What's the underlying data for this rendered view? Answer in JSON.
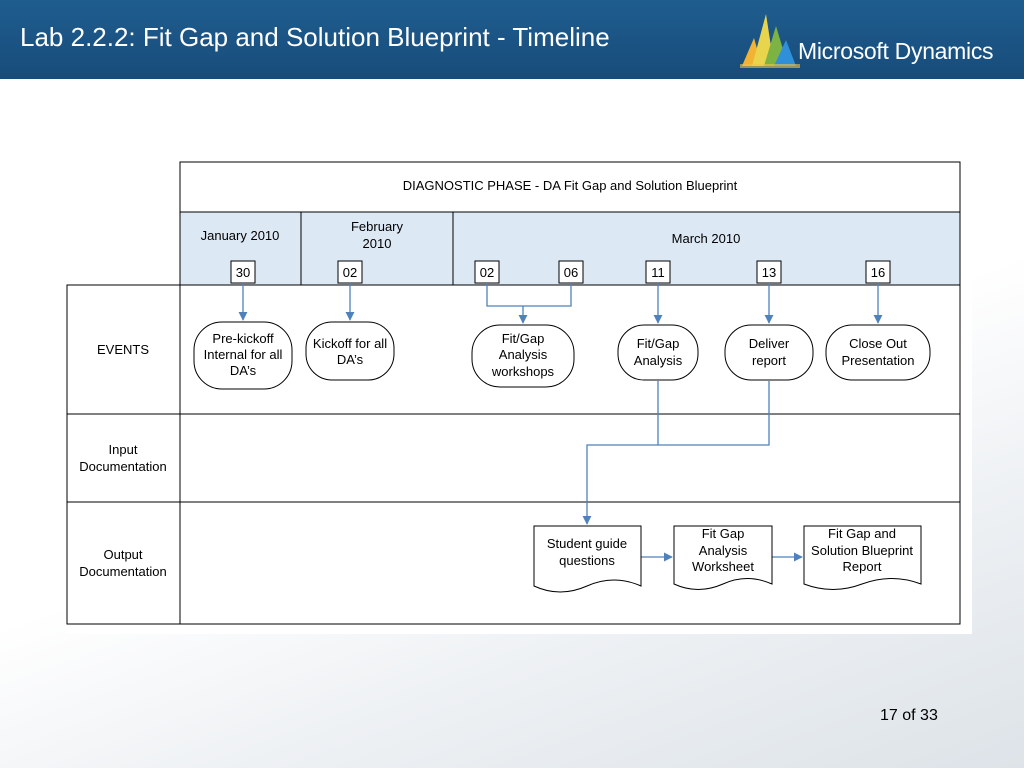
{
  "slide": {
    "title": "Lab 2.2.2: Fit Gap and Solution Blueprint - Timeline",
    "brand": "Microsoft Dynamics",
    "page": {
      "current": "17",
      "of_label": "of",
      "total": "33"
    }
  },
  "diagram": {
    "phase_title": "DIAGNOSTIC PHASE - DA Fit Gap and Solution Blueprint",
    "months": {
      "january": "January 2010",
      "february": [
        "February",
        "2010"
      ],
      "march": "March 2010"
    },
    "dates": [
      "30",
      "02",
      "02",
      "06",
      "11",
      "13",
      "16"
    ],
    "lanes": {
      "events": "EVENTS",
      "input": [
        "Input",
        "Documentation"
      ],
      "output": [
        "Output",
        "Documentation"
      ]
    },
    "events": [
      [
        "Pre-kickoff",
        "Internal for all",
        "DA’s"
      ],
      [
        "Kickoff for all",
        "DA’s"
      ],
      [
        "Fit/Gap",
        "Analysis",
        "workshops"
      ],
      [
        "Fit/Gap",
        "Analysis"
      ],
      [
        "Deliver",
        "report"
      ],
      [
        "Close Out",
        "Presentation"
      ]
    ],
    "documents": [
      [
        "Student guide",
        "questions"
      ],
      [
        "Fit Gap",
        "Analysis",
        "Worksheet"
      ],
      [
        "Fit Gap and",
        "Solution Blueprint",
        "Report"
      ]
    ],
    "colors": {
      "header_bg": "#1f5d8f",
      "band_bg": "#dde8f5",
      "connector": "#4f81bd"
    }
  }
}
